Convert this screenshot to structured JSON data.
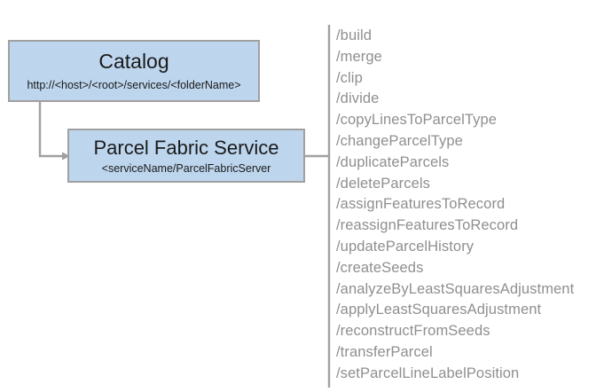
{
  "diagram": {
    "background_color": "#ffffff",
    "node_fill_color": "#bdd6ee",
    "node_border_color": "#a0a0a0",
    "connector_color": "#a0a0a0",
    "list_text_color": "#8f8f8f",
    "nodes": [
      {
        "id": "catalog",
        "title": "Catalog",
        "subtitle": "http://<host>/<root>/services/<folderName>"
      },
      {
        "id": "parcel-fabric-service",
        "title": "Parcel Fabric Service",
        "subtitle": "<serviceName/ParcelFabricServer"
      }
    ],
    "operations": [
      "/build",
      "/merge",
      "/clip",
      "/divide",
      "/copyLinesToParcelType",
      "/changeParcelType",
      "/duplicateParcels",
      "/deleteParcels",
      "/assignFeaturesToRecord",
      "/reassignFeaturesToRecord",
      "/updateParcelHistory",
      "/createSeeds",
      "/analyzeByLeastSquaresAdjustment",
      "/applyLeastSquaresAdjustment",
      "/reconstructFromSeeds",
      "/transferParcel",
      "/setParcelLineLabelPosition"
    ]
  }
}
